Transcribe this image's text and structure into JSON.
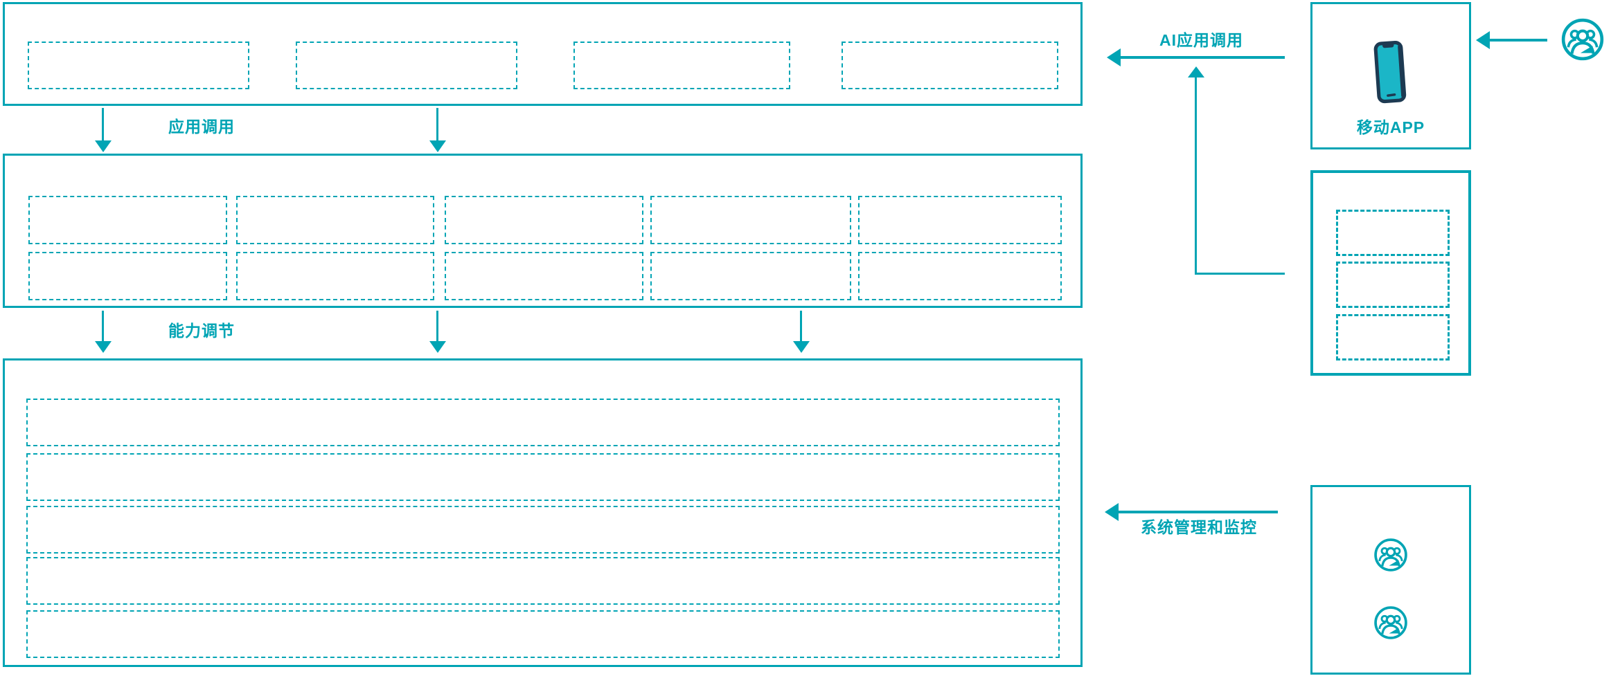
{
  "labels": {
    "app_call": "应用调用",
    "capability_adjust": "能力调节",
    "ai_app_call": "AI应用调用",
    "mobile_app": "移动APP",
    "system_management": "系统管理和监控"
  },
  "colors": {
    "accent_teal": "#00a4b4",
    "phone_frame_navy": "#1d3a52",
    "phone_screen_teal": "#1bb6c7",
    "background": "#ffffff"
  },
  "structure": {
    "top_panel_placeholder_count": 4,
    "middle_panel_rows": 2,
    "middle_panel_columns": 5,
    "bottom_panel_row_count": 5,
    "right_middle_panel_placeholder_count": 3,
    "admin_panel_user_icon_count": 2
  },
  "icons": {
    "top_right_user": "user-group-icon",
    "mobile_box": "smartphone-icon",
    "admin_box": "user-group-icon"
  }
}
